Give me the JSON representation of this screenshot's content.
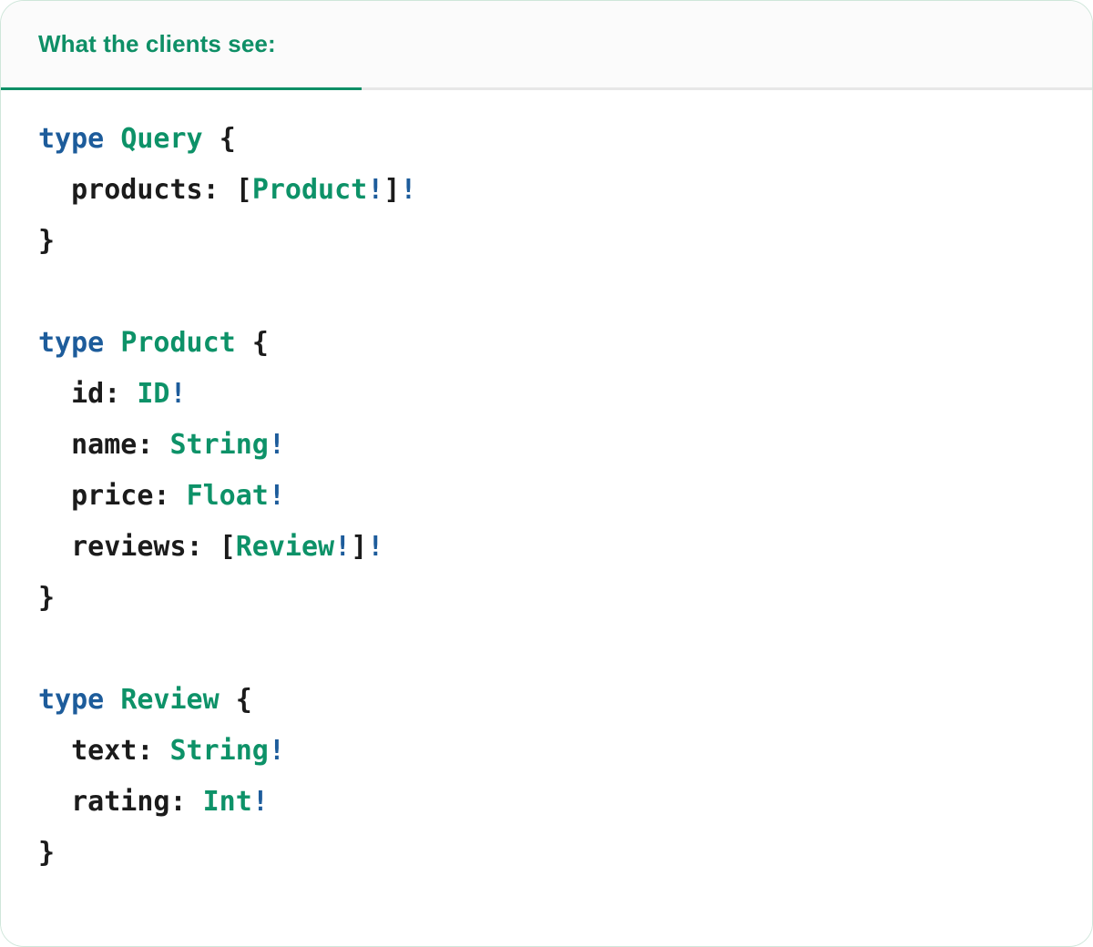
{
  "card": {
    "accent_color": "#0e8f66",
    "border_color": "#cfe6da",
    "header_bg": "#fbfbfb",
    "body_bg": "#ffffff",
    "divider_color": "#e7e7e7"
  },
  "header": {
    "tabs": [
      {
        "label": "What the clients see:",
        "active": true
      }
    ]
  },
  "syntax_colors": {
    "keyword": "#1d5c9b",
    "type_name": "#0d9268",
    "non_null_bang": "#1d5c9b",
    "punctuation": "#1b1b1b",
    "field_name": "#1b1b1b"
  },
  "code": {
    "language": "graphql",
    "lines": [
      {
        "tokens": [
          {
            "t": "type",
            "c": "kw"
          },
          {
            "t": " ",
            "c": "plain"
          },
          {
            "t": "Query",
            "c": "type"
          },
          {
            "t": " ",
            "c": "plain"
          },
          {
            "t": "{",
            "c": "punct"
          }
        ]
      },
      {
        "tokens": [
          {
            "t": "  ",
            "c": "plain"
          },
          {
            "t": "products",
            "c": "field"
          },
          {
            "t": ": ",
            "c": "punct"
          },
          {
            "t": "[",
            "c": "punct"
          },
          {
            "t": "Product",
            "c": "type"
          },
          {
            "t": "!",
            "c": "bang"
          },
          {
            "t": "]",
            "c": "punct"
          },
          {
            "t": "!",
            "c": "bang"
          }
        ]
      },
      {
        "tokens": [
          {
            "t": "}",
            "c": "punct"
          }
        ]
      },
      {
        "tokens": []
      },
      {
        "tokens": [
          {
            "t": "type",
            "c": "kw"
          },
          {
            "t": " ",
            "c": "plain"
          },
          {
            "t": "Product",
            "c": "type"
          },
          {
            "t": " ",
            "c": "plain"
          },
          {
            "t": "{",
            "c": "punct"
          }
        ]
      },
      {
        "tokens": [
          {
            "t": "  ",
            "c": "plain"
          },
          {
            "t": "id",
            "c": "field"
          },
          {
            "t": ": ",
            "c": "punct"
          },
          {
            "t": "ID",
            "c": "type"
          },
          {
            "t": "!",
            "c": "bang"
          }
        ]
      },
      {
        "tokens": [
          {
            "t": "  ",
            "c": "plain"
          },
          {
            "t": "name",
            "c": "field"
          },
          {
            "t": ": ",
            "c": "punct"
          },
          {
            "t": "String",
            "c": "type"
          },
          {
            "t": "!",
            "c": "bang"
          }
        ]
      },
      {
        "tokens": [
          {
            "t": "  ",
            "c": "plain"
          },
          {
            "t": "price",
            "c": "field"
          },
          {
            "t": ": ",
            "c": "punct"
          },
          {
            "t": "Float",
            "c": "type"
          },
          {
            "t": "!",
            "c": "bang"
          }
        ]
      },
      {
        "tokens": [
          {
            "t": "  ",
            "c": "plain"
          },
          {
            "t": "reviews",
            "c": "field"
          },
          {
            "t": ": ",
            "c": "punct"
          },
          {
            "t": "[",
            "c": "punct"
          },
          {
            "t": "Review",
            "c": "type"
          },
          {
            "t": "!",
            "c": "bang"
          },
          {
            "t": "]",
            "c": "punct"
          },
          {
            "t": "!",
            "c": "bang"
          }
        ]
      },
      {
        "tokens": [
          {
            "t": "}",
            "c": "punct"
          }
        ]
      },
      {
        "tokens": []
      },
      {
        "tokens": [
          {
            "t": "type",
            "c": "kw"
          },
          {
            "t": " ",
            "c": "plain"
          },
          {
            "t": "Review",
            "c": "type"
          },
          {
            "t": " ",
            "c": "plain"
          },
          {
            "t": "{",
            "c": "punct"
          }
        ]
      },
      {
        "tokens": [
          {
            "t": "  ",
            "c": "plain"
          },
          {
            "t": "text",
            "c": "field"
          },
          {
            "t": ": ",
            "c": "punct"
          },
          {
            "t": "String",
            "c": "type"
          },
          {
            "t": "!",
            "c": "bang"
          }
        ]
      },
      {
        "tokens": [
          {
            "t": "  ",
            "c": "plain"
          },
          {
            "t": "rating",
            "c": "field"
          },
          {
            "t": ": ",
            "c": "punct"
          },
          {
            "t": "Int",
            "c": "type"
          },
          {
            "t": "!",
            "c": "bang"
          }
        ]
      },
      {
        "tokens": [
          {
            "t": "}",
            "c": "punct"
          }
        ]
      }
    ]
  }
}
